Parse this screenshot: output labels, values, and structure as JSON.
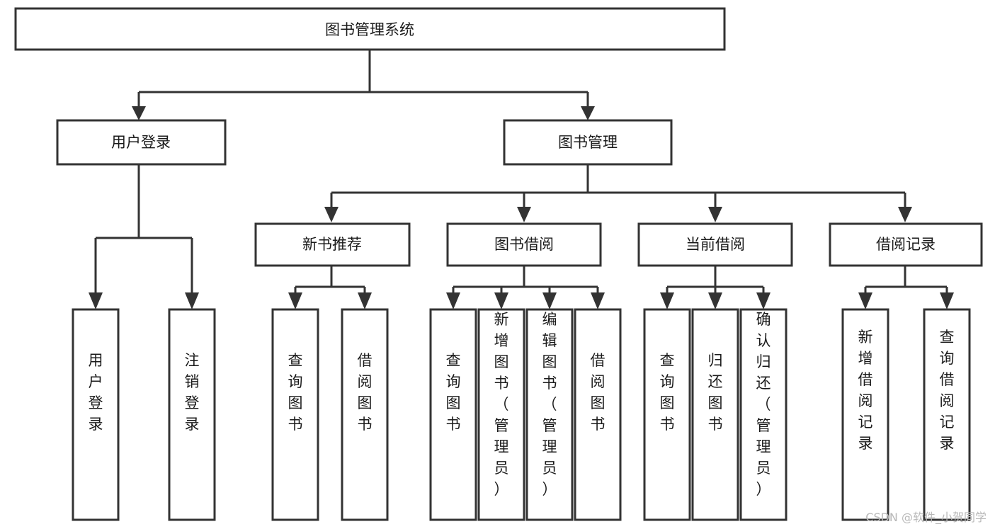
{
  "diagram": {
    "type": "tree-hierarchy",
    "title": "图书管理系统",
    "watermark": "CSDN @软件_小贺同学",
    "colors": {
      "box_fill": "#ffffff",
      "box_stroke": "#333333",
      "text": "#1a1a1a",
      "watermark": "#b8b8b8",
      "background": "#ffffff"
    },
    "levels": {
      "root": {
        "label": "图书管理系统",
        "orientation": "horizontal"
      },
      "level2": [
        {
          "id": "user-login",
          "label": "用户登录",
          "orientation": "horizontal"
        },
        {
          "id": "book-manage",
          "label": "图书管理",
          "orientation": "horizontal"
        }
      ],
      "level3": [
        {
          "id": "new-book-recommend",
          "label": "新书推荐",
          "orientation": "horizontal",
          "parent": "book-manage"
        },
        {
          "id": "book-borrow",
          "label": "图书借阅",
          "orientation": "horizontal",
          "parent": "book-manage"
        },
        {
          "id": "current-borrow",
          "label": "当前借阅",
          "orientation": "horizontal",
          "parent": "book-manage"
        },
        {
          "id": "borrow-record",
          "label": "借阅记录",
          "orientation": "horizontal",
          "parent": "book-manage"
        }
      ],
      "leaves": [
        {
          "id": "leaf-user-login",
          "label": "用户登录",
          "orientation": "vertical",
          "parent": "user-login"
        },
        {
          "id": "leaf-user-logout",
          "label": "注销登录",
          "orientation": "vertical",
          "parent": "user-login"
        },
        {
          "id": "leaf-query-book-1",
          "label": "查询图书",
          "orientation": "vertical",
          "parent": "new-book-recommend"
        },
        {
          "id": "leaf-borrow-book-1",
          "label": "借阅图书",
          "orientation": "vertical",
          "parent": "new-book-recommend"
        },
        {
          "id": "leaf-query-book-2",
          "label": "查询图书",
          "orientation": "vertical",
          "parent": "book-borrow"
        },
        {
          "id": "leaf-add-book",
          "label": "新增图书（管理员）",
          "orientation": "vertical",
          "parent": "book-borrow"
        },
        {
          "id": "leaf-edit-book",
          "label": "编辑图书（管理员）",
          "orientation": "vertical",
          "parent": "book-borrow"
        },
        {
          "id": "leaf-borrow-book-2",
          "label": "借阅图书",
          "orientation": "vertical",
          "parent": "book-borrow"
        },
        {
          "id": "leaf-query-book-3",
          "label": "查询图书",
          "orientation": "vertical",
          "parent": "current-borrow"
        },
        {
          "id": "leaf-return-book",
          "label": "归还图书",
          "orientation": "vertical",
          "parent": "current-borrow"
        },
        {
          "id": "leaf-confirm-return",
          "label": "确认归还（管理员）",
          "orientation": "vertical",
          "parent": "current-borrow"
        },
        {
          "id": "leaf-add-record",
          "label": "新增借阅记录",
          "orientation": "vertical",
          "parent": "borrow-record"
        },
        {
          "id": "leaf-query-record",
          "label": "查询借阅记录",
          "orientation": "vertical",
          "parent": "borrow-record"
        }
      ]
    }
  }
}
